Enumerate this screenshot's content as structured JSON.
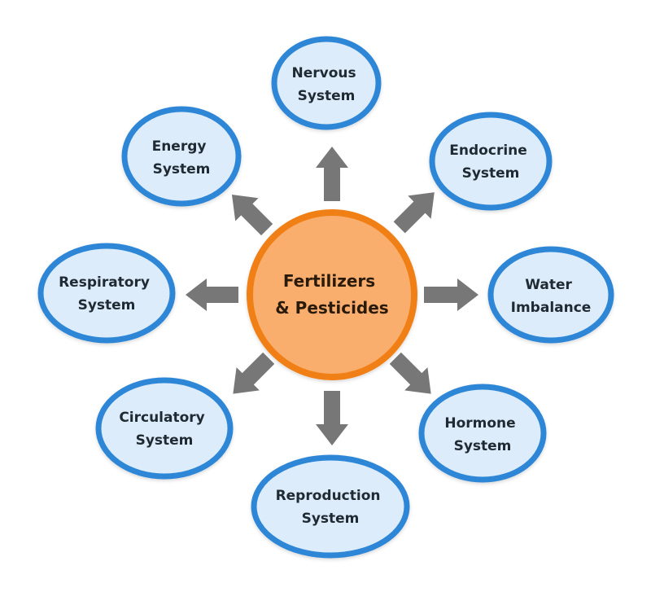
{
  "center": {
    "line1": "Fertilizers",
    "line2": "& Pesticides"
  },
  "nodes": [
    {
      "id": "nervous",
      "line1": "Nervous",
      "line2": "System"
    },
    {
      "id": "endocrine",
      "line1": "Endocrine",
      "line2": "System"
    },
    {
      "id": "water",
      "line1": "Water",
      "line2": "Imbalance"
    },
    {
      "id": "hormone",
      "line1": "Hormone",
      "line2": "System"
    },
    {
      "id": "reproduction",
      "line1": "Reproduction",
      "line2": "System"
    },
    {
      "id": "circulatory",
      "line1": "Circulatory",
      "line2": "System"
    },
    {
      "id": "respiratory",
      "line1": "Respiratory",
      "line2": "System"
    },
    {
      "id": "energy",
      "line1": "Energy",
      "line2": "System"
    }
  ],
  "colors": {
    "center_fill": "#f9ae6e",
    "center_stroke": "#f08018",
    "node_fill": "#dcecfa",
    "node_stroke": "#2f86d6",
    "arrow": "#777777",
    "text": "#1f2a33"
  }
}
